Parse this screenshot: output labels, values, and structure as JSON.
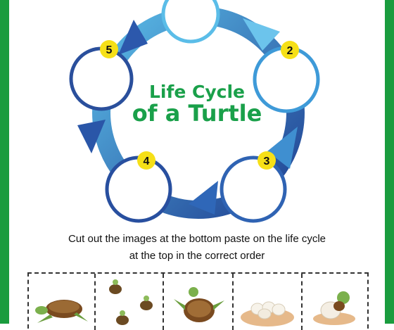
{
  "title": {
    "line1": "Life Cycle",
    "line2": "of a Turtle"
  },
  "steps": [
    "2",
    "3",
    "4",
    "5"
  ],
  "instructions": {
    "line1": "Cut out the images at the bottom paste on the life cycle",
    "line2": "at the top in the correct order"
  },
  "colors": {
    "border": "#1a9c3e",
    "title": "#1aa04a",
    "badge": "#f6e017",
    "arrow_light": "#5bbde8",
    "arrow_dark": "#1f3f91"
  },
  "cut_images": [
    "turtle-adult-swimming-image",
    "turtle-hatchlings-group-image",
    "turtle-adult-top-view-image",
    "turtle-eggs-nest-image",
    "turtle-hatching-image"
  ]
}
